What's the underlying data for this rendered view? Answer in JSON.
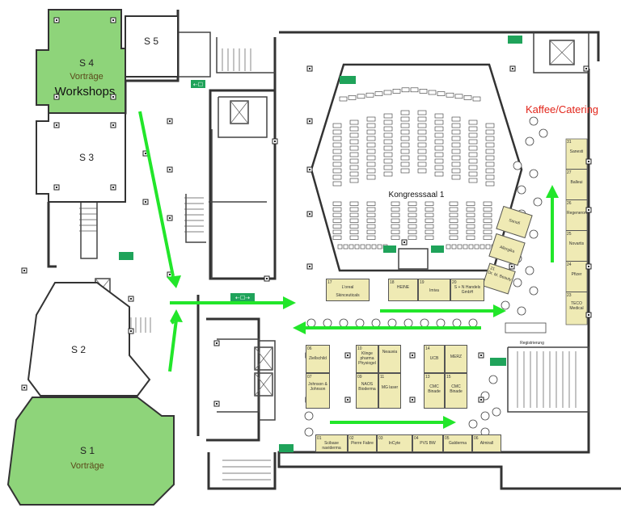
{
  "rooms": {
    "s1": {
      "name": "S 1",
      "sub": "Vorträge"
    },
    "s2": {
      "name": "S 2"
    },
    "s3": {
      "name": "S 3"
    },
    "s4": {
      "name": "S 4",
      "sub": "Vorträge",
      "sub2": "Workshops"
    },
    "s5": {
      "name": "S 5"
    },
    "hall": {
      "name": "Kongresssaal 1"
    },
    "catering": {
      "name": "Kaffee/Catering"
    },
    "registration": {
      "name": "Registrierung"
    }
  },
  "booths": {
    "right_column": [
      {
        "num": "31",
        "name": "Sanesti"
      },
      {
        "num": "27",
        "name": "Balleui"
      },
      {
        "num": "26",
        "name": "Regeneron"
      },
      {
        "num": "25",
        "name": "Novartis"
      },
      {
        "num": "24",
        "name": "Pfizer"
      },
      {
        "num": "23",
        "name": "TECO Medical"
      }
    ],
    "diagonal": [
      {
        "num": "",
        "name": "Sanofi"
      },
      {
        "num": "",
        "name": "Allergika"
      },
      {
        "num": "21",
        "name": "Dr. M. Beauty"
      }
    ],
    "row_top": [
      {
        "num": "17",
        "name": "L'oreal"
      },
      {
        "num": "",
        "name": "Skinceuticals"
      },
      {
        "num": "18",
        "name": "HEINE"
      },
      {
        "num": "19",
        "name": "Imiva"
      },
      {
        "num": "20",
        "name": "S + N Handels GmbH"
      }
    ],
    "island": [
      {
        "num": "06",
        "name": "Ziellschild"
      },
      {
        "num": "07",
        "name": "Johnson & Johnson"
      },
      {
        "num": "10",
        "name": "Klinge pharma Physiogel"
      },
      {
        "num": "",
        "name": "Neauvia"
      },
      {
        "num": "09",
        "name": "NAOS Bioderma"
      },
      {
        "num": "11",
        "name": "MG laser"
      },
      {
        "num": "14",
        "name": "UCB"
      },
      {
        "num": "",
        "name": "MERZ"
      },
      {
        "num": "13",
        "name": "CMC Binade"
      },
      {
        "num": "15",
        "name": "CMC Binade"
      }
    ],
    "bottom_row": [
      {
        "num": "01",
        "name": "Scibase naviderma"
      },
      {
        "num": "02",
        "name": "Pierre Fabre"
      },
      {
        "num": "03",
        "name": "InCyte"
      },
      {
        "num": "04",
        "name": "PVS BW"
      },
      {
        "num": "05",
        "name": "Galderma"
      },
      {
        "num": "06",
        "name": "Almirall"
      }
    ]
  },
  "colors": {
    "green_room": "#8ed47a",
    "booth": "#efeab4",
    "arrow": "#22e62a",
    "catering": "#e2261b",
    "exit_sign": "#1fa35a"
  }
}
